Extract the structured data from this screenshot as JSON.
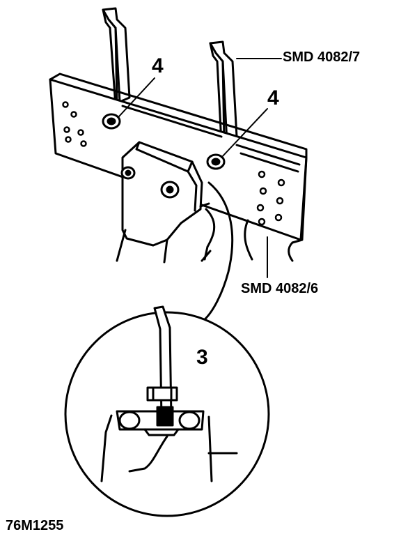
{
  "callouts": {
    "bolt_left": "4",
    "bolt_right": "4",
    "detail": "3"
  },
  "tool_refs": {
    "upper": "SMD 4082/7",
    "lower": "SMD 4082/6"
  },
  "figure_ref": "76M1255",
  "colors": {
    "ink": "#000000",
    "paper": "#ffffff"
  }
}
